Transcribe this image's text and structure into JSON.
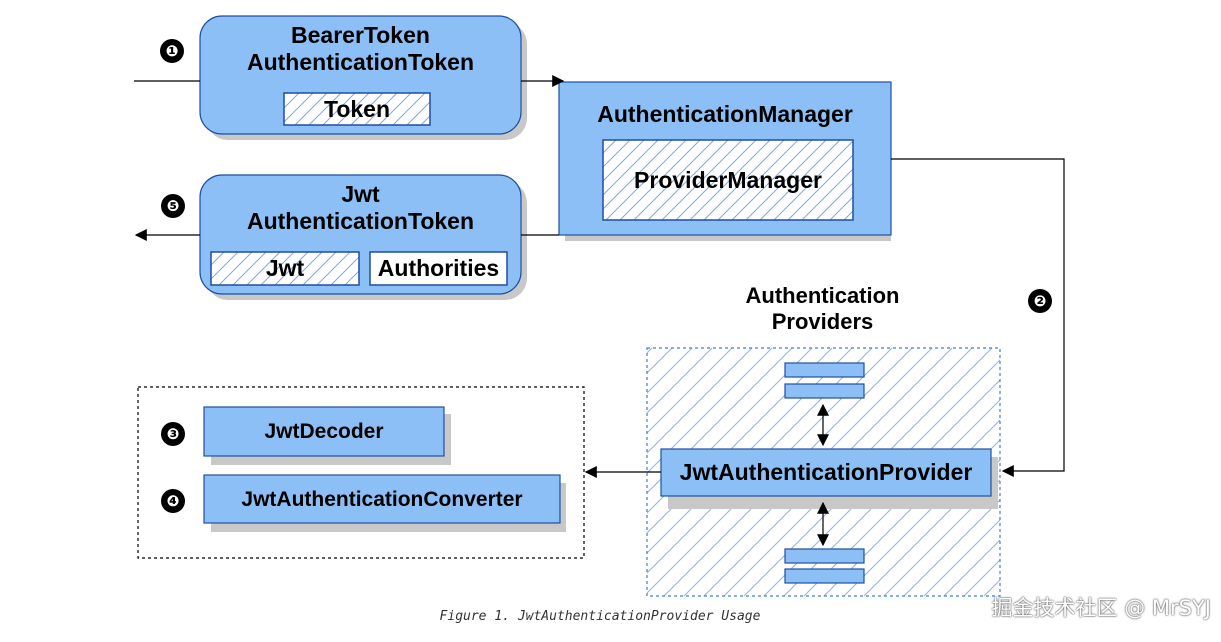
{
  "bearer_token": {
    "badge": "❶",
    "title_line1": "BearerToken",
    "title_line2": "AuthenticationToken",
    "field": "Token"
  },
  "jwt_token": {
    "badge": "❺",
    "title_line1": "Jwt",
    "title_line2": "AuthenticationToken",
    "field_jwt": "Jwt",
    "field_authorities": "Authorities"
  },
  "auth_manager": {
    "title": "AuthenticationManager",
    "inner": "ProviderManager"
  },
  "providers": {
    "badge": "❷",
    "title_line1": "Authentication",
    "title_line2": "Providers",
    "jwt_provider": "JwtAuthenticationProvider"
  },
  "components": {
    "decoder_badge": "❸",
    "decoder": "JwtDecoder",
    "converter_badge": "❹",
    "converter": "JwtAuthenticationConverter"
  },
  "caption": "Figure 1. JwtAuthenticationProvider Usage",
  "watermark": "掘金技术社区 @ MrSYJ",
  "colors": {
    "box_fill": "#8cbff5",
    "box_stroke": "#1f4fa0",
    "hatch": "#7fa9e6",
    "shadow": "#c8c8c8"
  }
}
